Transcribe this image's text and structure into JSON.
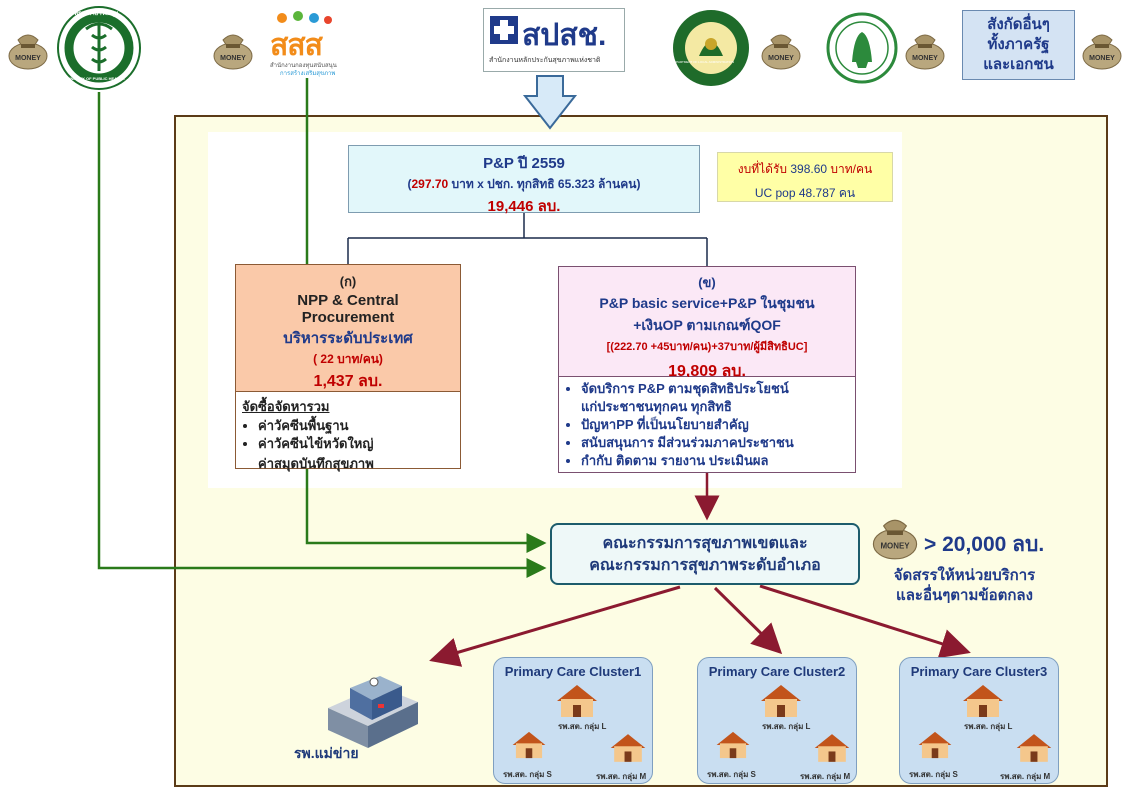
{
  "top_logos": {
    "moph_ring_top": "กระทรวงสาธารณสุข",
    "moph_ring_bottom": "MINISTRY OF PUBLIC HEALTH",
    "sss_logo": "สสส",
    "sss_sub1": "สำนักงานกองทุนสนับสนุน",
    "sss_sub2": "การสร้างเสริมสุขภาพ",
    "nhso_logo": "สปสช.",
    "nhso_sub": "สำนักงานหลักประกันสุขภาพแห่งชาติ",
    "dla_ring": "DEPARTMENT OF LOCAL ADMINISTRATION",
    "other_agencies": [
      "สังกัดอื่นๆ",
      "ทั้งภาครัฐ",
      "และเอกชน"
    ],
    "money_label": "MONEY"
  },
  "pp_box": {
    "title": "P&P ปี 2559",
    "formula_value": "297.70",
    "formula_rest": "บาท x ปชก. ทุกสิทธิ 65.323 ล้านคน)",
    "formula_open": "(",
    "total": "19,446 ลบ."
  },
  "note_box": {
    "line1_prefix": "งบที่ได้รับ",
    "line1_value": "398.60",
    "line1_suffix": "บาท/คน",
    "line2": "UC pop 48.787 คน"
  },
  "box_a": {
    "tag": "(ก)",
    "title1": "NPP & Central",
    "title2": "Procurement",
    "subtitle": "บริหารระดับประเทศ",
    "rate": "( 22 บาท/คน)",
    "amount": "1,437 ลบ.",
    "list_title": "จัดซื้อจัดหารวม",
    "list": [
      "ค่าวัคซีนพื้นฐาน",
      "ค่าวัคซีนไข้หวัดใหญ่",
      "ค่าสมุดบันทึกสุขภาพ"
    ]
  },
  "box_b": {
    "tag": "(ข)",
    "title1": "P&P basic service+P&P ในชุมชน",
    "title2": "+เงินOP ตามเกณฑ์QOF",
    "rate": "[(222.70 +45บาท/คน)+37บาท/ผู้มีสิทธิUC]",
    "amount": "19,809 ลบ.",
    "list": [
      "จัดบริการ P&P ตามชุดสิทธิประโยชน์",
      "แก่ประชาชนทุกคน ทุกสิทธิ",
      "ปัญหาPP ที่เป็นนโยบายสำคัญ",
      "สนับสนุนการ มีส่วนร่วมภาคประชาชน",
      "กำกับ ติดตาม รายงาน ประเมินผล"
    ]
  },
  "committee": {
    "line1": "คณะกรรมการสุขภาพเขตและ",
    "line2": "คณะกรรมการสุขภาพระดับอำเภอ"
  },
  "funding": {
    "amount": "> 20,000 ลบ.",
    "line1": "จัดสรรให้หน่วยบริการ",
    "line2": "และอื่นๆตามข้อตกลง"
  },
  "hospital": {
    "label": "รพ.แม่ข่าย"
  },
  "clusters": [
    {
      "title": "Primary Care Cluster1",
      "l": "รพ.สต. กลุ่ม L",
      "s": "รพ.สต. กลุ่ม S",
      "m": "รพ.สต. กลุ่ม M"
    },
    {
      "title": "Primary Care Cluster2",
      "l": "รพ.สต. กลุ่ม L",
      "s": "รพ.สต. กลุ่ม S",
      "m": "รพ.สต. กลุ่ม M"
    },
    {
      "title": "Primary Care Cluster3",
      "l": "รพ.สต. กลุ่ม L",
      "s": "รพ.สต. กลุ่ม S",
      "m": "รพ.สต. กลุ่ม M"
    }
  ],
  "colors": {
    "red": "#c00000",
    "navy": "#1f3a8a",
    "green_line": "#2a7a1a",
    "maroon_arrow": "#8b1a30",
    "frame": "#5b3b17"
  }
}
